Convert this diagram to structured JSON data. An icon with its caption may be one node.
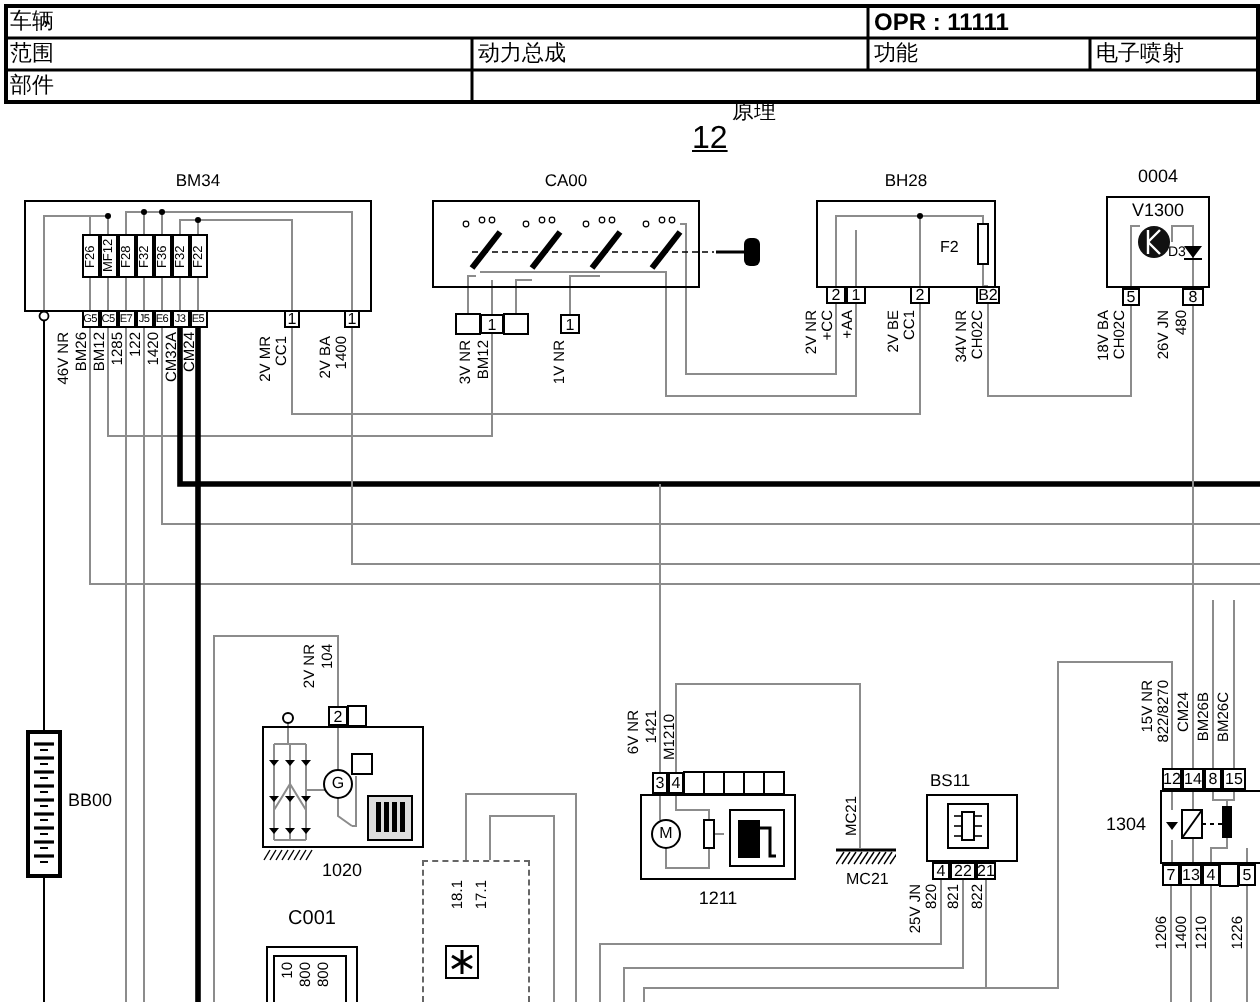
{
  "diagram": {
    "title": "原理",
    "nodes": [
      {
        "text": [
          "BM34",
          "F26",
          "MF12",
          "F28",
          "F32",
          "F36",
          "F32",
          "F22"
        ]
      },
      {
        "text": [
          "CA00"
        ]
      },
      {
        "text": [
          "BH28",
          "F2"
        ]
      },
      {
        "text": [
          "0004",
          "V1300",
          "D3"
        ]
      },
      {
        "text": [],
        "shape": "picture",
        "beside": [
          "BB00"
        ]
      },
      {
        "text": [],
        "shape": "box",
        "beside": [
          "1020"
        ]
      },
      {
        "text": [],
        "shape": "box"
      },
      {
        "text": [
          "C001",
          "10",
          "800",
          "800"
        ]
      },
      {
        "text": [],
        "shape": "box",
        "beside": [
          "1211"
        ]
      },
      {
        "text": [],
        "shape": "picture",
        "beside": [
          "MC21"
        ]
      },
      {
        "text": [
          "BS11"
        ]
      },
      {
        "text": [],
        "shape": "box",
        "beside": [
          "1304"
        ]
      }
    ],
    "edges": [
      {
        "from": 0,
        "to": 4,
        "arrow": "other",
        "color": "#000000"
      },
      {
        "from": 4,
        "to": null,
        "arrow": "none",
        "color": "#000000"
      },
      {
        "from": 0,
        "to": null,
        "arrow": "none"
      },
      {
        "from": 0,
        "to": 1,
        "arrow": "none"
      },
      {
        "from": 0,
        "to": null,
        "arrow": "none"
      },
      {
        "from": 0,
        "to": null,
        "arrow": "none"
      },
      {
        "from": 0,
        "to": null,
        "arrow": "none"
      },
      {
        "from": 0,
        "to": null,
        "arrow": "none",
        "style": "thick",
        "color": "#000000"
      },
      {
        "from": 0,
        "to": null,
        "arrow": "none",
        "style": "thick",
        "color": "#000000"
      },
      {
        "from": 0,
        "to": 2,
        "arrow": "none"
      },
      {
        "from": 0,
        "to": null,
        "arrow": "none"
      },
      {
        "from": 1,
        "to": 2,
        "arrow": "none"
      },
      {
        "from": 1,
        "to": 2,
        "arrow": "none"
      },
      {
        "from": 2,
        "to": 3,
        "arrow": "none"
      },
      {
        "from": 3,
        "to": 11,
        "arrow": "none"
      },
      {
        "from": 5,
        "to": null,
        "arrow": "none"
      },
      {
        "from": 6,
        "to": null,
        "arrow": "none"
      },
      {
        "from": 6,
        "to": null,
        "arrow": "none"
      },
      {
        "from": 8,
        "to": null,
        "arrow": "none"
      },
      {
        "from": 8,
        "to": 9,
        "arrow": "none"
      },
      {
        "from": 10,
        "to": null,
        "arrow": "none"
      },
      {
        "from": 10,
        "to": null,
        "arrow": "none"
      },
      {
        "from": 10,
        "to": 11,
        "arrow": "none"
      },
      {
        "from": 10,
        "to": null,
        "arrow": "none"
      },
      {
        "from": 11,
        "to": null,
        "arrow": "none"
      },
      {
        "from": 11,
        "to": null,
        "arrow": "none"
      },
      {
        "from": 11,
        "to": null,
        "arrow": "none"
      },
      {
        "from": 11,
        "to": null,
        "arrow": "none"
      },
      {
        "from": 11,
        "to": null,
        "arrow": "none"
      },
      {
        "from": 11,
        "to": null,
        "arrow": "none"
      }
    ],
    "labels": [
      "车辆",
      "OPR : 11111",
      "范围",
      "动力总成",
      "功能",
      "电子喷射",
      "部件",
      "12",
      "G5",
      "C5",
      "E7",
      "J5",
      "E6",
      "J3",
      "E5",
      "1",
      "1",
      "46V NR",
      "BM26",
      "BM12",
      "1285",
      "122",
      "1420",
      "CM32A",
      "CM24",
      "2V MR",
      "CC1",
      "2V BA",
      "1400",
      "1",
      "1",
      "3V NR",
      "BM12",
      "1V NR",
      "2",
      "1",
      "2",
      "B2",
      "2V NR",
      "+CC",
      "+AA",
      "2V BE",
      "CC1",
      "34V NR",
      "CH02C",
      "5",
      "8",
      "18V BA",
      "CH02C",
      "26V JN",
      "480",
      "2",
      "2V NR",
      "104",
      "18.1",
      "17.1",
      "3",
      "4",
      "6V NR",
      "1421",
      "M1210",
      "MC21",
      "4",
      "22",
      "21",
      "25V JN",
      "820",
      "821",
      "822",
      "12",
      "14",
      "8",
      "15",
      "15V NR",
      "822/8270",
      "CM24",
      "BM26B",
      "BM26C",
      "7",
      "13",
      "4",
      "5",
      "1206",
      "1400",
      "1210",
      "1226",
      "G",
      "M"
    ]
  }
}
